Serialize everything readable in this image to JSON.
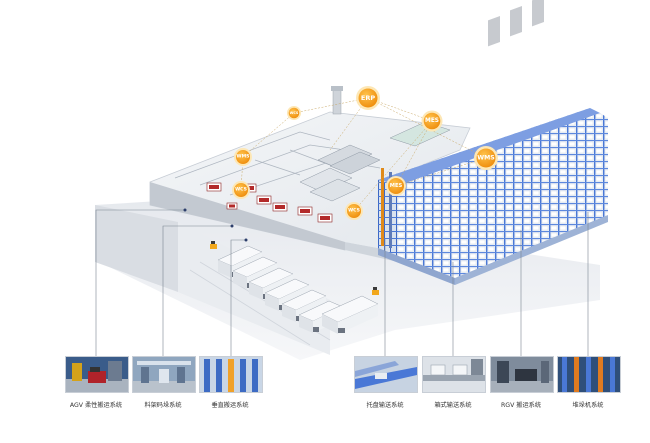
{
  "systems": {
    "erp": "ERP",
    "mes_top": "MES",
    "wms_main": "WMS",
    "wms_left": "WMS",
    "wcs_left": "WCS",
    "wcs_mid": "WCS",
    "wcs_top": "WCS",
    "mes_rack": "MES"
  },
  "subsystems": [
    {
      "label": "AGV 柔性搬运系统"
    },
    {
      "label": "料架码垛系统"
    },
    {
      "label": "垂直搬运系统"
    },
    {
      "label": "托盘输送系统"
    },
    {
      "label": "箱式输送系统"
    },
    {
      "label": "RGV 搬运系统"
    },
    {
      "label": "堆垛机系统"
    }
  ],
  "colors": {
    "badge": "#f5a51e",
    "badge_ring": "#fde3a8",
    "rack_blue": "#4a78d6",
    "floor": "#eceff3",
    "truck_cab": "#ffffff",
    "machine_red": "#b32a2a"
  }
}
